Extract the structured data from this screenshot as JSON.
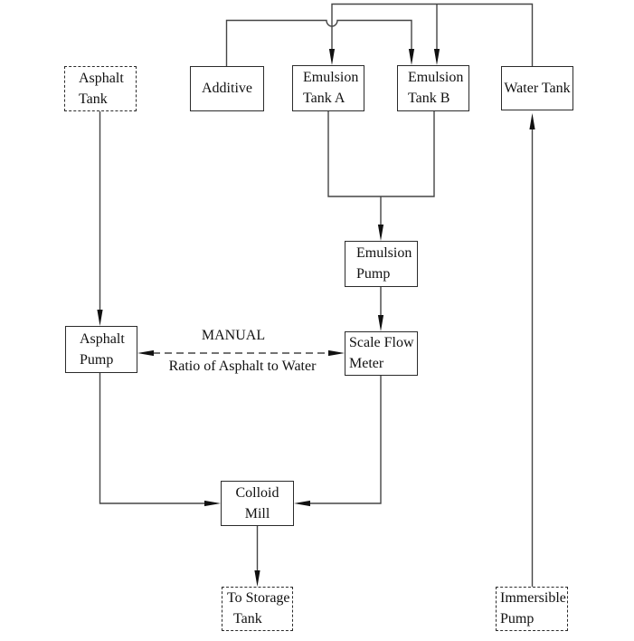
{
  "nodes": {
    "asphalt_tank": {
      "lines": [
        "Asphalt",
        "Tank"
      ],
      "box_style": "dashed"
    },
    "additive": {
      "lines": [
        "Additive"
      ],
      "box_style": "solid"
    },
    "emulsion_tank_a": {
      "lines": [
        "Emulsion",
        "Tank A"
      ],
      "box_style": "solid"
    },
    "emulsion_tank_b": {
      "lines": [
        "Emulsion",
        "Tank B"
      ],
      "box_style": "solid"
    },
    "water_tank": {
      "lines": [
        "Water Tank"
      ],
      "box_style": "solid"
    },
    "emulsion_pump": {
      "lines": [
        "Emulsion",
        "Pump"
      ],
      "box_style": "solid"
    },
    "asphalt_pump": {
      "lines": [
        "Asphalt",
        "Pump"
      ],
      "box_style": "solid"
    },
    "scale_flow_meter": {
      "lines": [
        "Scale Flow",
        "Meter"
      ],
      "box_style": "solid"
    },
    "colloid_mill": {
      "lines": [
        "Colloid",
        "Mill"
      ],
      "box_style": "solid"
    },
    "to_storage_tank": {
      "lines": [
        "To Storage",
        "Tank"
      ],
      "box_style": "dashed"
    },
    "immersible_pump": {
      "lines": [
        "Immersible",
        "Pump"
      ],
      "box_style": "dashed"
    }
  },
  "annotations": {
    "manual": "MANUAL",
    "ratio": "Ratio of Asphalt to Water"
  },
  "edges": [
    {
      "from": "water_tank",
      "to": "emulsion_tank_a",
      "style": "solid-arrow"
    },
    {
      "from": "water_tank",
      "to": "emulsion_tank_b",
      "style": "solid-arrow"
    },
    {
      "from": "additive",
      "to": "emulsion_tank_b",
      "style": "solid-arrow"
    },
    {
      "from": "emulsion_tank_a",
      "to": "emulsion_pump",
      "style": "solid-arrow"
    },
    {
      "from": "emulsion_tank_b",
      "to": "emulsion_pump",
      "style": "solid-arrow"
    },
    {
      "from": "emulsion_pump",
      "to": "scale_flow_meter",
      "style": "solid-arrow"
    },
    {
      "from": "scale_flow_meter",
      "to": "colloid_mill",
      "style": "solid-arrow"
    },
    {
      "from": "asphalt_tank",
      "to": "asphalt_pump",
      "style": "solid-arrow"
    },
    {
      "from": "asphalt_pump",
      "to": "colloid_mill",
      "style": "solid-arrow"
    },
    {
      "from": "colloid_mill",
      "to": "to_storage_tank",
      "style": "solid-arrow"
    },
    {
      "from": "immersible_pump",
      "to": "water_tank",
      "style": "solid-arrow"
    },
    {
      "from": "asphalt_pump",
      "to": "scale_flow_meter",
      "style": "dashed-double-arrow",
      "label": "MANUAL — Ratio of Asphalt to Water"
    }
  ],
  "colors": {
    "background": "#ffffff",
    "line": "#454545",
    "box_border": "#2b2b2b",
    "text": "#111111",
    "arrow_fill": "#111111"
  }
}
